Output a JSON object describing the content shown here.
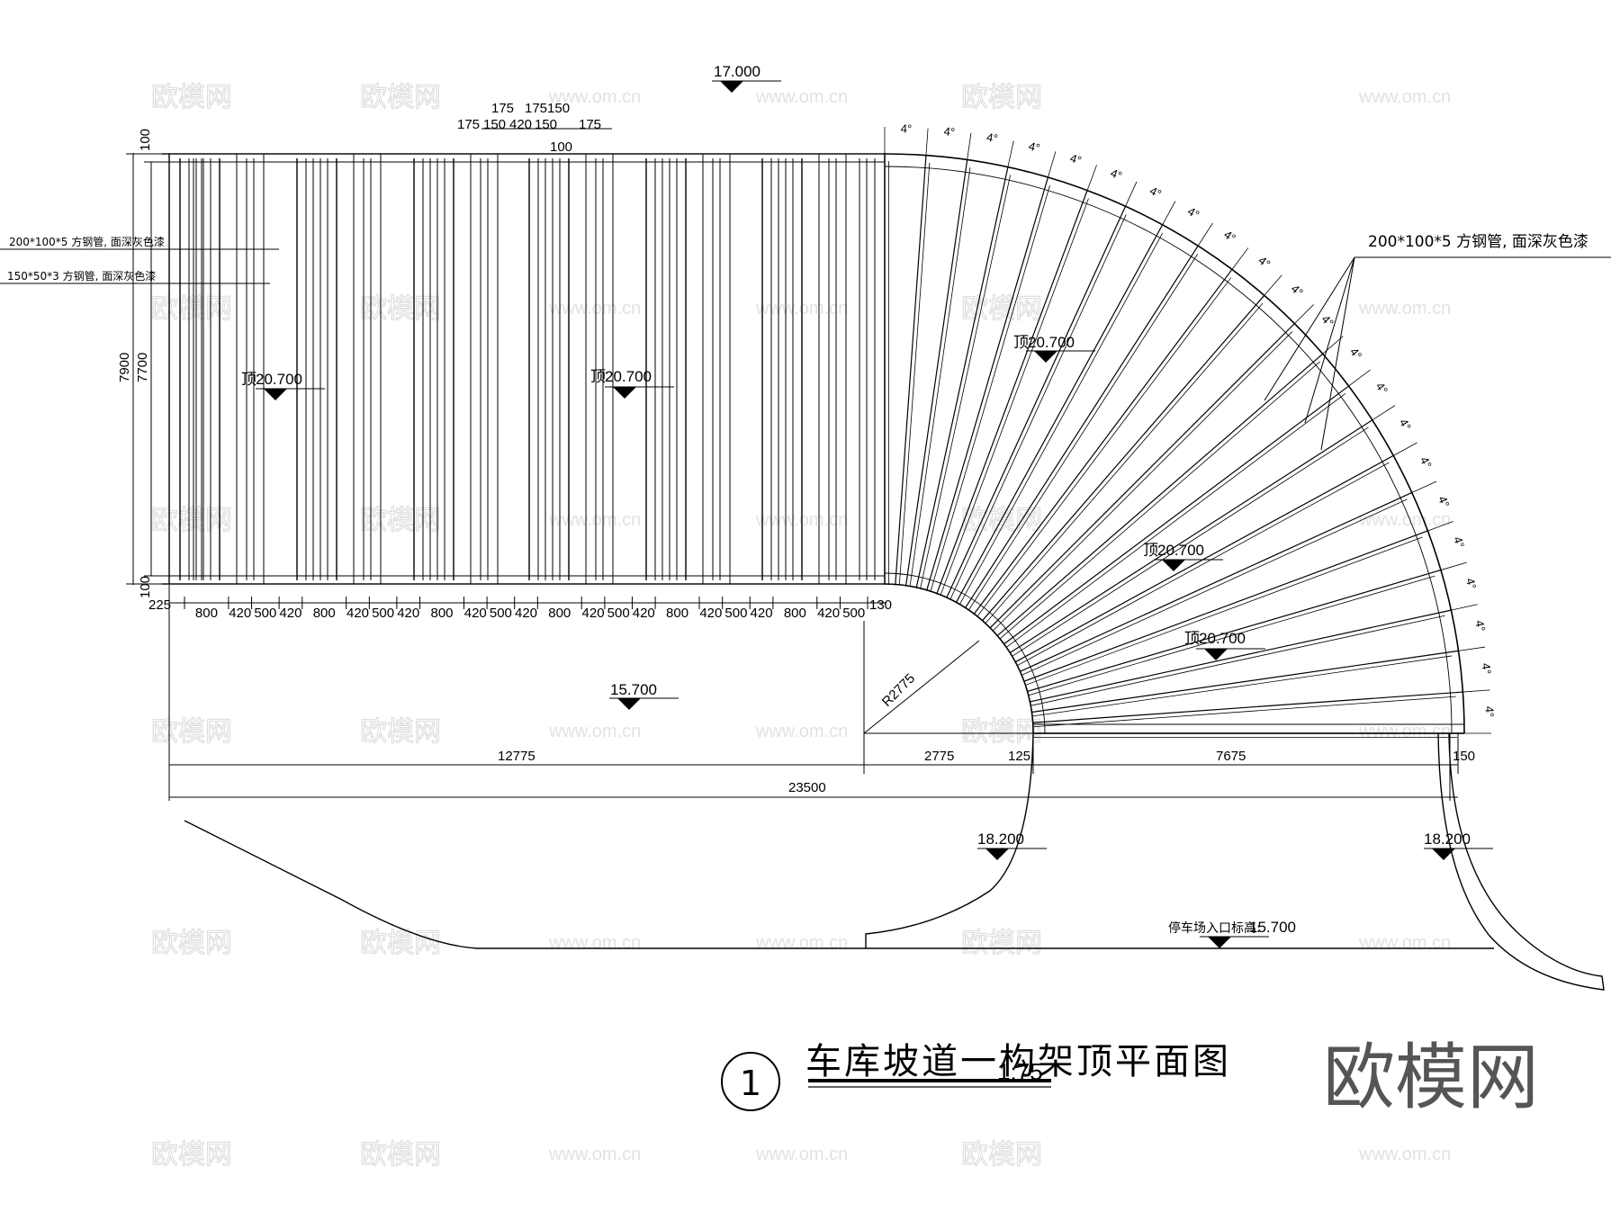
{
  "levels": {
    "top": "17.000",
    "slab_left": "20.700",
    "slab_mid": "20.700",
    "fan_upper": "20.700",
    "fan_mid": "20.700",
    "fan_lower": "20.700",
    "slab_prefix": "顶",
    "fan_prefix": "顶",
    "ramp": "15.700",
    "left_post": "18.200",
    "right_post": "18.200",
    "entrance_label": "停车场入口标高:",
    "entrance_value": "15.700"
  },
  "notes": {
    "left_1": "200*100*5  方钢管, 面深灰色漆",
    "left_2": "150*50*3  方钢管, 面深灰色漆",
    "right_1": "200*100*5  方钢管, 面深灰色漆"
  },
  "dims": {
    "top_row1": [
      "175",
      "175150"
    ],
    "top_row2": [
      "175",
      "150",
      "420",
      "150",
      "175"
    ],
    "top_row3": "100",
    "left_7900": "7900",
    "left_7700": "7700",
    "left_100_top": "100",
    "left_100_bot": "100",
    "left_225": "225",
    "bottom_row": [
      "800",
      "420",
      "500",
      "420",
      "800",
      "420",
      "500",
      "420",
      "800",
      "420",
      "500",
      "420",
      "800",
      "420",
      "500",
      "420",
      "800",
      "420",
      "500",
      "420",
      "800",
      "420",
      "500"
    ],
    "d130": "130",
    "radius": "R2775",
    "d12775": "12775",
    "d2775": "2775",
    "d125": "125",
    "d7675": "7675",
    "d150": "150",
    "d23500": "23500"
  },
  "angles": [
    "4°",
    "4°",
    "4°",
    "4°",
    "4°",
    "4°",
    "4°",
    "4°",
    "4°",
    "4°",
    "4°",
    "4°",
    "4°",
    "4°",
    "4°",
    "4°",
    "4°",
    "4°",
    "4°",
    "4°",
    "4°",
    "4°"
  ],
  "title": {
    "number": "1",
    "text": "车库坡道一构架顶平面图",
    "scale": "1:75"
  },
  "watermark": {
    "logo": "欧模网",
    "text": "欧模网",
    "url": "www.om.cn"
  }
}
